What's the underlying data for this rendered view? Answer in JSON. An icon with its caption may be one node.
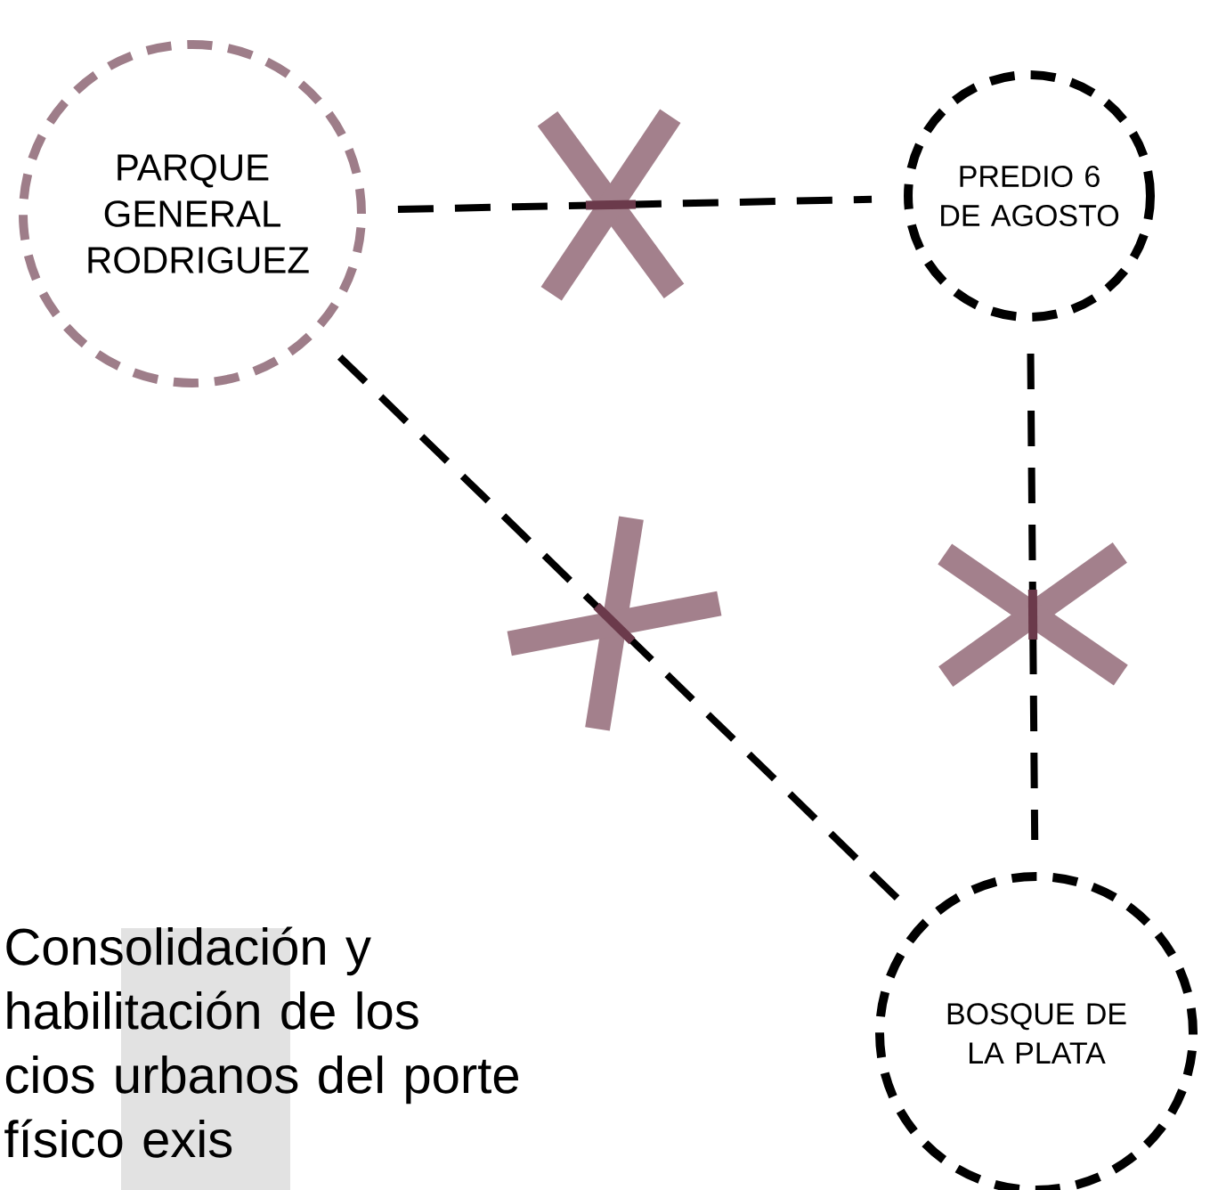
{
  "diagram": {
    "nodes": [
      {
        "text": [
          "PARQUE GENERAL RODRIGUEZ"
        ]
      },
      {
        "text": [
          "PREDIO 6 DE AGOSTO"
        ]
      },
      {
        "text": [
          "BOSQUE DE LA PLATA"
        ]
      }
    ],
    "edges": [
      {
        "from": 0,
        "to": 1,
        "arrow": "none",
        "style": "dashed"
      },
      {
        "from": 1,
        "to": 2,
        "arrow": "none",
        "style": "dashed"
      },
      {
        "from": 0,
        "to": 2,
        "arrow": "none",
        "style": "dashed"
      }
    ],
    "labels": [
      "Consolidación y habilitación de los cios urbanos del porte físico exis"
    ]
  }
}
